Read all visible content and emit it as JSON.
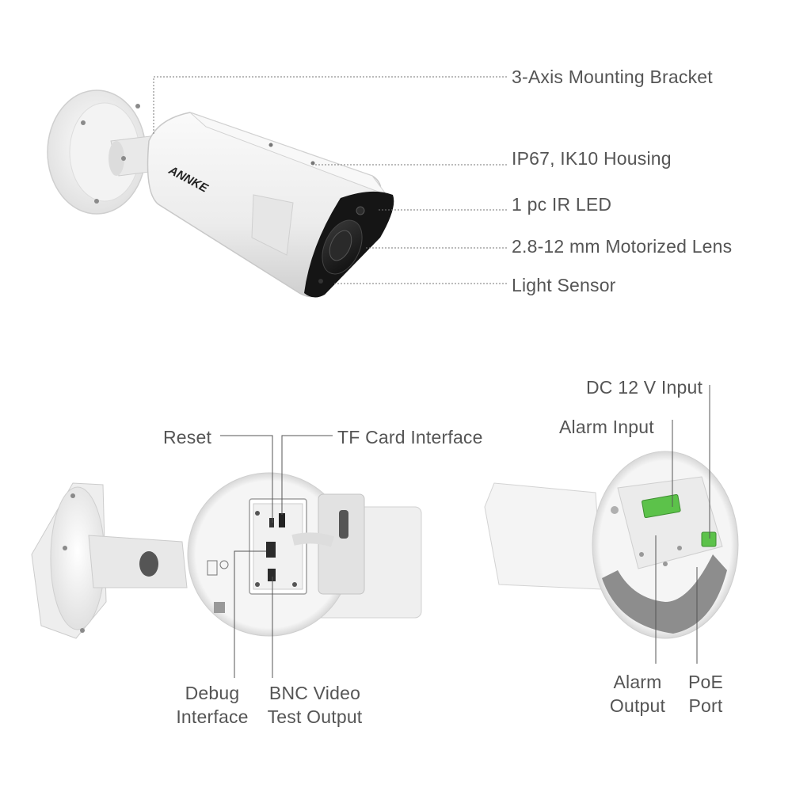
{
  "brand": {
    "logo_text": "ANNKE"
  },
  "top_view": {
    "labels": {
      "bracket": "3-Axis Mounting Bracket",
      "housing": "IP67, IK10 Housing",
      "ir_led": "1 pc IR LED",
      "lens": "2.8-12 mm Motorized Lens",
      "light_sensor": "Light Sensor"
    }
  },
  "interface_view": {
    "labels": {
      "reset": "Reset",
      "tf_card": "TF Card Interface",
      "debug_line1": "Debug",
      "debug_line2": "Interface",
      "bnc_line1": "BNC Video",
      "bnc_line2": "Test Output"
    }
  },
  "base_view": {
    "labels": {
      "dc_input": "DC 12 V Input",
      "alarm_input": "Alarm Input",
      "alarm_output_line1": "Alarm",
      "alarm_output_line2": "Output",
      "poe_line1": "PoE",
      "poe_line2": "Port"
    }
  },
  "colors": {
    "label_text": "#555555",
    "leader_line": "#777777",
    "housing": "#f2f2f2",
    "lens": "#1e1e1e",
    "terminal_green": "#5cc24a"
  }
}
